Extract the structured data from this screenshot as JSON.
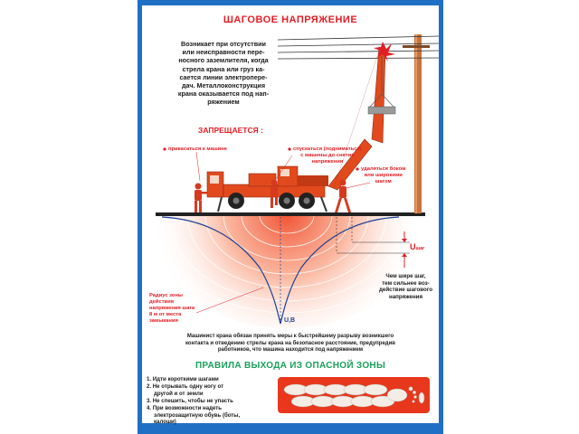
{
  "title": "ШАГОВОЕ НАПРЯЖЕНИЕ",
  "intro_lines": [
    "Возникает при отсутствии",
    "или неисправности пере-",
    "носного заземлителя, когда",
    "стрела крана или груз ка-",
    "сается линии электропере-",
    "дач. Металлоконструкция",
    "крана оказывается под нап-",
    "ряжением"
  ],
  "forbidden_heading": "ЗАПРЕЩАЕТСЯ :",
  "forbidden_items": {
    "touch": "прикасаться к машине",
    "descend": [
      "спускаться (подниматься)",
      "с машины до снятия",
      "напряжения"
    ],
    "move_away": [
      "удаляться боком",
      "или широкими",
      "шагом"
    ]
  },
  "voltage_label": "U",
  "voltage_subscript": "шаг",
  "step_note": [
    "Чем шире шаг,",
    "тем сильнее воз-",
    "действие шагового",
    "напряжения"
  ],
  "zone_note": [
    "Радиус зоны",
    "действия",
    "напряжения шага",
    "8 м от места",
    "замыкания"
  ],
  "source_label": "U,B",
  "driver_instruction": [
    "Машинист крана обязан принять меры к быстрейшему разрыву возникшего",
    "контакта и отведению стрелы крана на безопасное расстояние, предупредив",
    "работников, что машина находится под напряжением"
  ],
  "rules_title": "ПРАВИЛА ВЫХОДА ИЗ ОПАСНОЙ ЗОНЫ",
  "rules": [
    "1. Идти короткими шагами",
    "2. Не отрывать одну ногу от",
    "   другой и от земли",
    "3. Не спешить, чтобы не упасть",
    "4. При возможности надеть",
    "   электрозащитную обувь (боты,",
    "   калоши)"
  ],
  "colors": {
    "frame": "#1f6fc5",
    "title_red": "#e31e24",
    "rules_green": "#1aa05a",
    "crane_red": "#e24a1e",
    "field_blue": "#1c3f95"
  }
}
